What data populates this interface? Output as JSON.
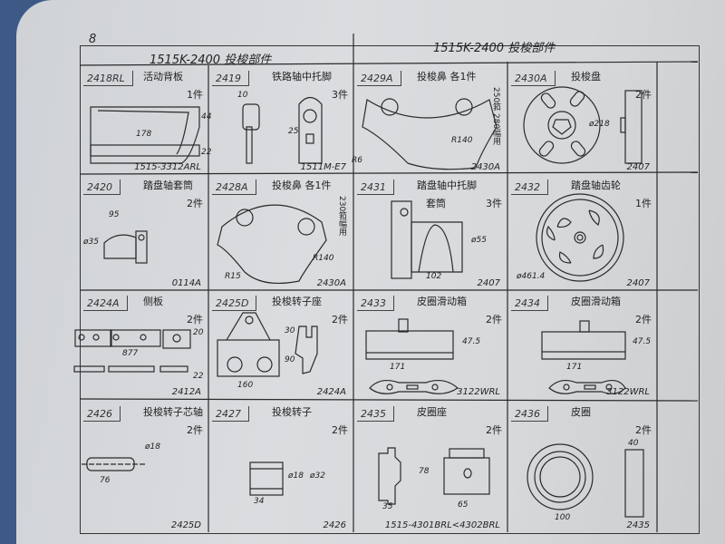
{
  "page_number": "8",
  "header": {
    "left_title": "1515K-2400 投梭部件",
    "right_title": "1515K-2400 投梭部件"
  },
  "cells": [
    {
      "code": "2418RL",
      "name": "活动背板",
      "qty": "1件",
      "ref": "1515-3312ARL",
      "dims": [
        "178",
        "44",
        "22"
      ]
    },
    {
      "code": "2419",
      "name": "铁路轴中托脚",
      "qty": "3件",
      "ref": "1511M-E7",
      "dims": [
        "10",
        "25"
      ]
    },
    {
      "code": "2429A",
      "name": "投梭鼻 各1件",
      "qty": "",
      "note": "250筘 280幅用",
      "ref": "2430A",
      "dims": [
        "R6",
        "R140"
      ]
    },
    {
      "code": "2430A",
      "name": "投梭盘",
      "qty": "2件",
      "ref": "2407",
      "dims": [
        "ø218"
      ]
    },
    {
      "code": "2420",
      "name": "踏盘轴套筒",
      "qty": "2件",
      "ref": "0114A",
      "dims": [
        "95",
        "ø35"
      ]
    },
    {
      "code": "2428A",
      "name": "投梭鼻 各1件",
      "qty": "",
      "note": "230筘幅用",
      "ref": "2430A",
      "dims": [
        "R15",
        "R140"
      ]
    },
    {
      "code": "2431",
      "name": "踏盘轴中托脚",
      "qty": "3件",
      "name2": "套筒",
      "ref": "2407",
      "dims": [
        "102",
        "ø55"
      ]
    },
    {
      "code": "2432",
      "name": "踏盘轴齿轮",
      "qty": "1件",
      "ref": "2407",
      "dims": [
        "ø461.4"
      ]
    },
    {
      "code": "2424A",
      "name": "侧板",
      "qty": "2件",
      "ref": "2412A",
      "dims": [
        "877",
        "20",
        "22"
      ]
    },
    {
      "code": "2425D",
      "name": "投梭转子座",
      "qty": "2件",
      "ref": "2424A",
      "dims": [
        "160",
        "30",
        "90"
      ]
    },
    {
      "code": "2433",
      "name": "皮圈滑动箱",
      "qty": "2件",
      "ref": "3122WRL",
      "dims": [
        "171",
        "47.5"
      ]
    },
    {
      "code": "2434",
      "name": "皮圈滑动箱",
      "qty": "2件",
      "ref": "3122WRL",
      "dims": [
        "171",
        "47.5"
      ]
    },
    {
      "code": "2426",
      "name": "投梭转子芯轴",
      "qty": "2件",
      "ref": "2425D",
      "dims": [
        "76",
        "ø18"
      ]
    },
    {
      "code": "2427",
      "name": "投梭转子",
      "qty": "2件",
      "ref": "2426",
      "dims": [
        "34",
        "ø18",
        "ø32"
      ]
    },
    {
      "code": "2435",
      "name": "皮圈座",
      "qty": "2件",
      "ref": "1515-4301BRL<4302BRL",
      "dims": [
        "35",
        "78",
        "65"
      ]
    },
    {
      "code": "2436",
      "name": "皮圈",
      "qty": "2件",
      "ref": "2435",
      "dims": [
        "100",
        "40"
      ]
    }
  ]
}
